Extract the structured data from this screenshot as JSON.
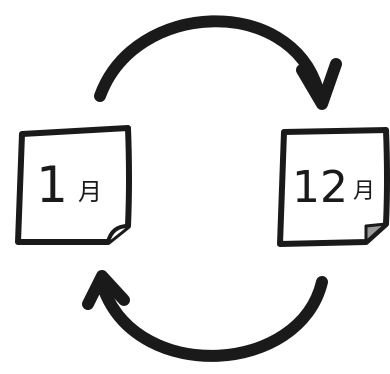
{
  "calendar_left": {
    "label": "1",
    "kanji": "月",
    "icon": "calendar-page-icon"
  },
  "calendar_right": {
    "label": "12",
    "kanji": "月",
    "icon": "calendar-page-icon"
  },
  "arrows": {
    "top": "cycle-arrow-right-icon",
    "bottom": "cycle-arrow-left-icon"
  },
  "colors": {
    "ink": "#1a1a1a",
    "page": "#ffffff",
    "curl_left": "#ffffff",
    "curl_right": "#9a9a9a"
  }
}
